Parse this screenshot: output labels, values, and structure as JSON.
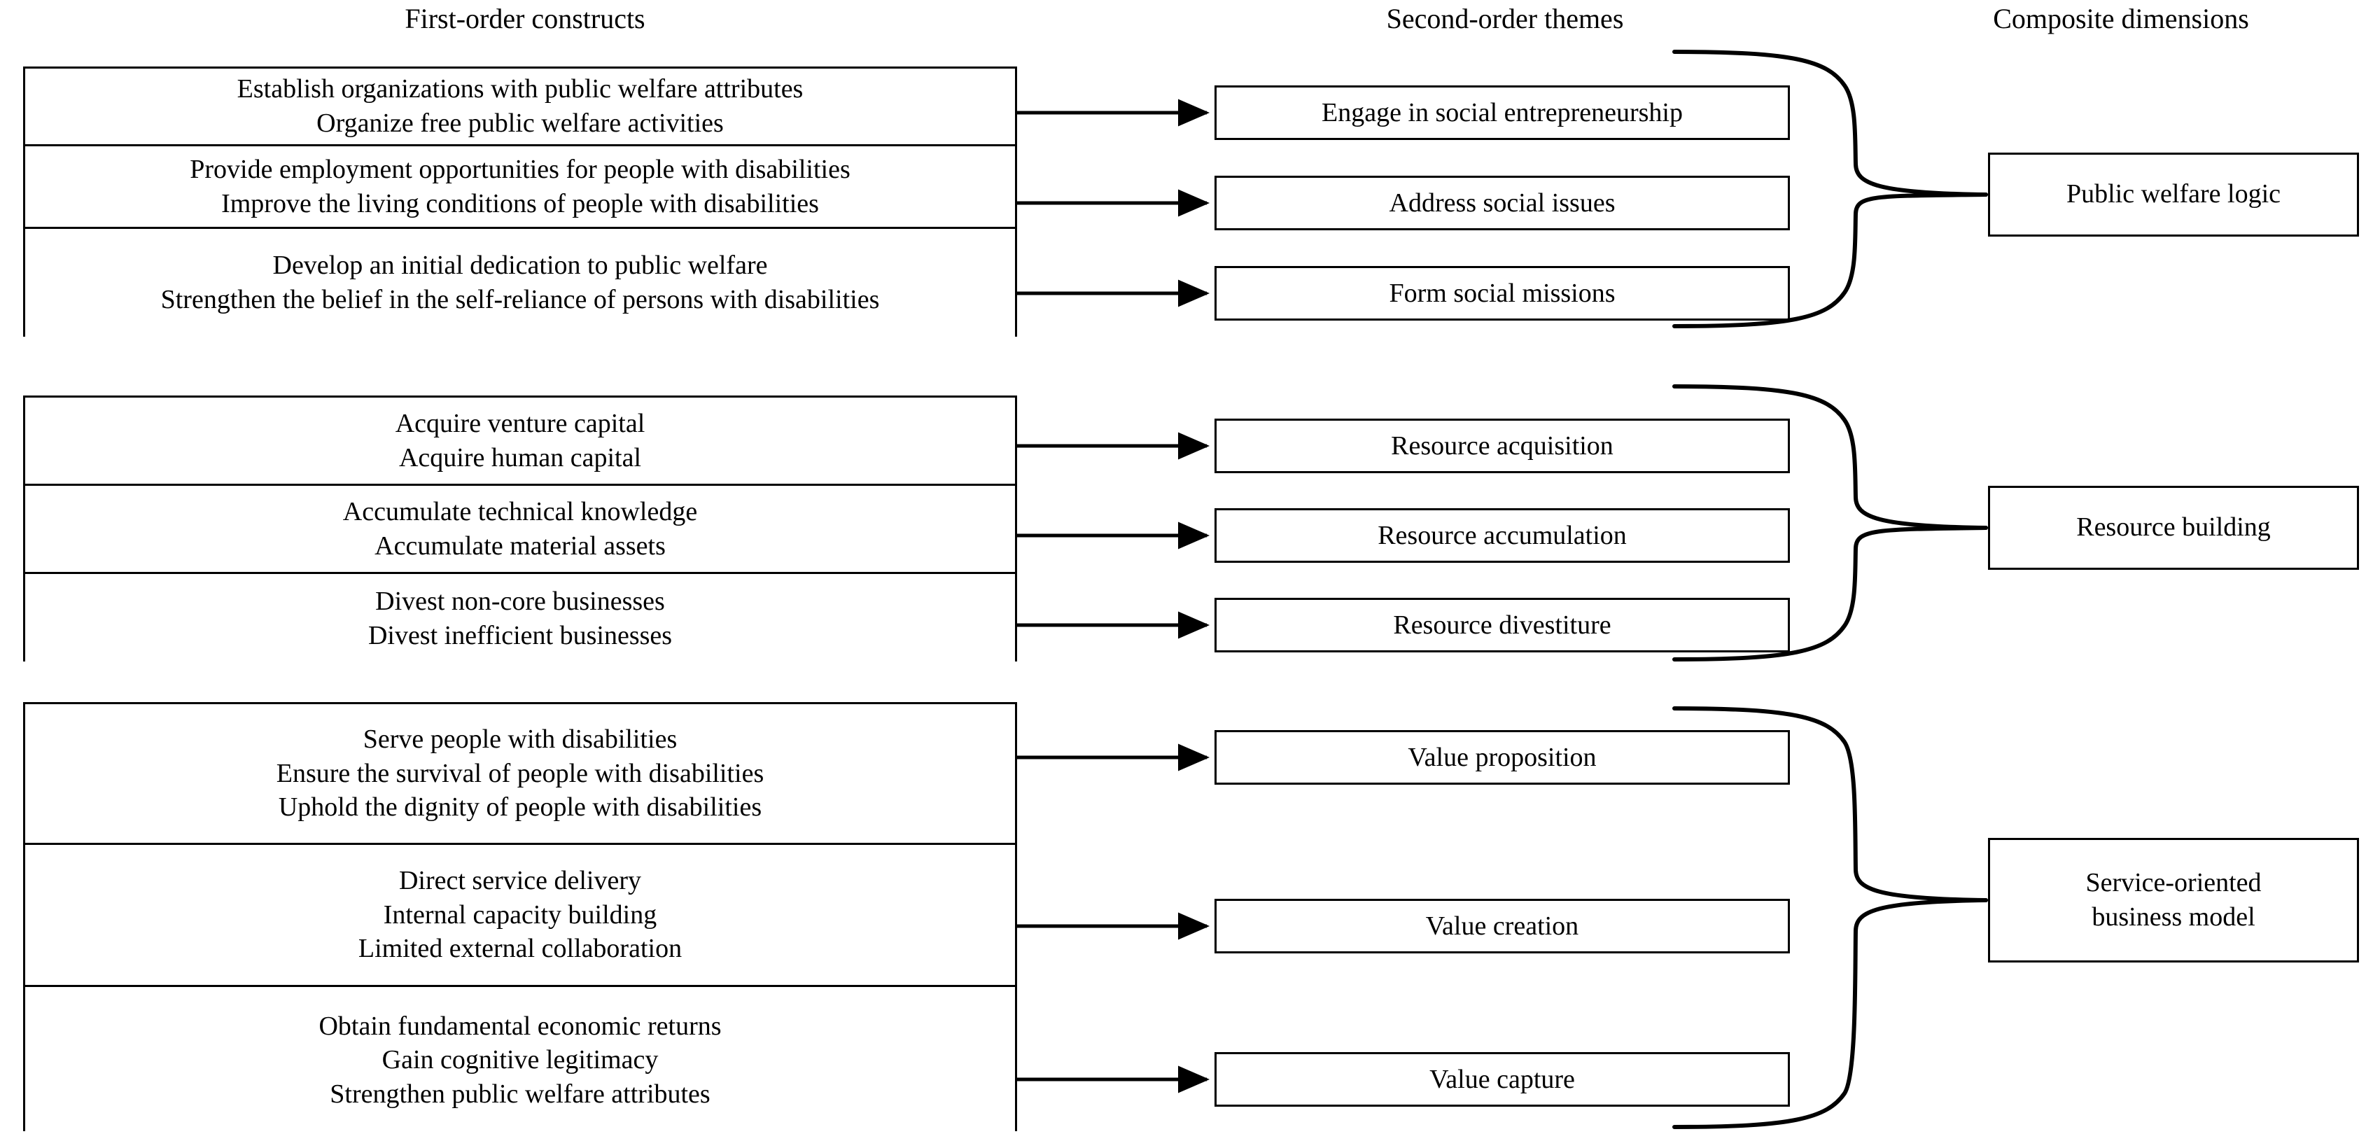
{
  "headers": {
    "first_order": "First-order constructs",
    "second_order": "Second-order themes",
    "composite": "Composite dimensions"
  },
  "groups": [
    {
      "id": "public-welfare-logic",
      "first_order_boxes": [
        {
          "lines": [
            "Establish organizations with public welfare attributes",
            "Organize free public welfare activities"
          ]
        },
        {
          "lines": [
            "Provide employment opportunities for people with disabilities",
            "Improve the living conditions of people with disabilities"
          ]
        },
        {
          "lines": [
            "Develop an initial dedication to public welfare",
            "Strengthen the belief in the self-reliance of persons with disabilities"
          ]
        }
      ],
      "second_order_themes": [
        "Engage in social entrepreneurship",
        "Address social issues",
        "Form social missions"
      ],
      "composite_dimension": {
        "lines": [
          "Public welfare logic"
        ]
      }
    },
    {
      "id": "resource-building",
      "first_order_boxes": [
        {
          "lines": [
            "Acquire venture capital",
            "Acquire human capital"
          ]
        },
        {
          "lines": [
            "Accumulate technical knowledge",
            "Accumulate material assets"
          ]
        },
        {
          "lines": [
            "Divest non-core businesses",
            "Divest inefficient businesses"
          ]
        }
      ],
      "second_order_themes": [
        "Resource acquisition",
        "Resource accumulation",
        "Resource divestiture"
      ],
      "composite_dimension": {
        "lines": [
          "Resource building"
        ]
      }
    },
    {
      "id": "service-oriented-business-model",
      "first_order_boxes": [
        {
          "lines": [
            "Serve people with disabilities",
            "Ensure the survival of people with disabilities",
            "Uphold the dignity of people with disabilities"
          ]
        },
        {
          "lines": [
            "Direct service delivery",
            "Internal capacity building",
            "Limited external collaboration"
          ]
        },
        {
          "lines": [
            "Obtain fundamental economic returns",
            "Gain cognitive legitimacy",
            "Strengthen public welfare attributes"
          ]
        }
      ],
      "second_order_themes": [
        "Value proposition",
        "Value creation",
        "Value capture"
      ],
      "composite_dimension": {
        "lines": [
          "Service-oriented",
          "business model"
        ]
      }
    }
  ],
  "colors": {
    "line": "#000000",
    "background": "#ffffff",
    "text": "#000000"
  }
}
